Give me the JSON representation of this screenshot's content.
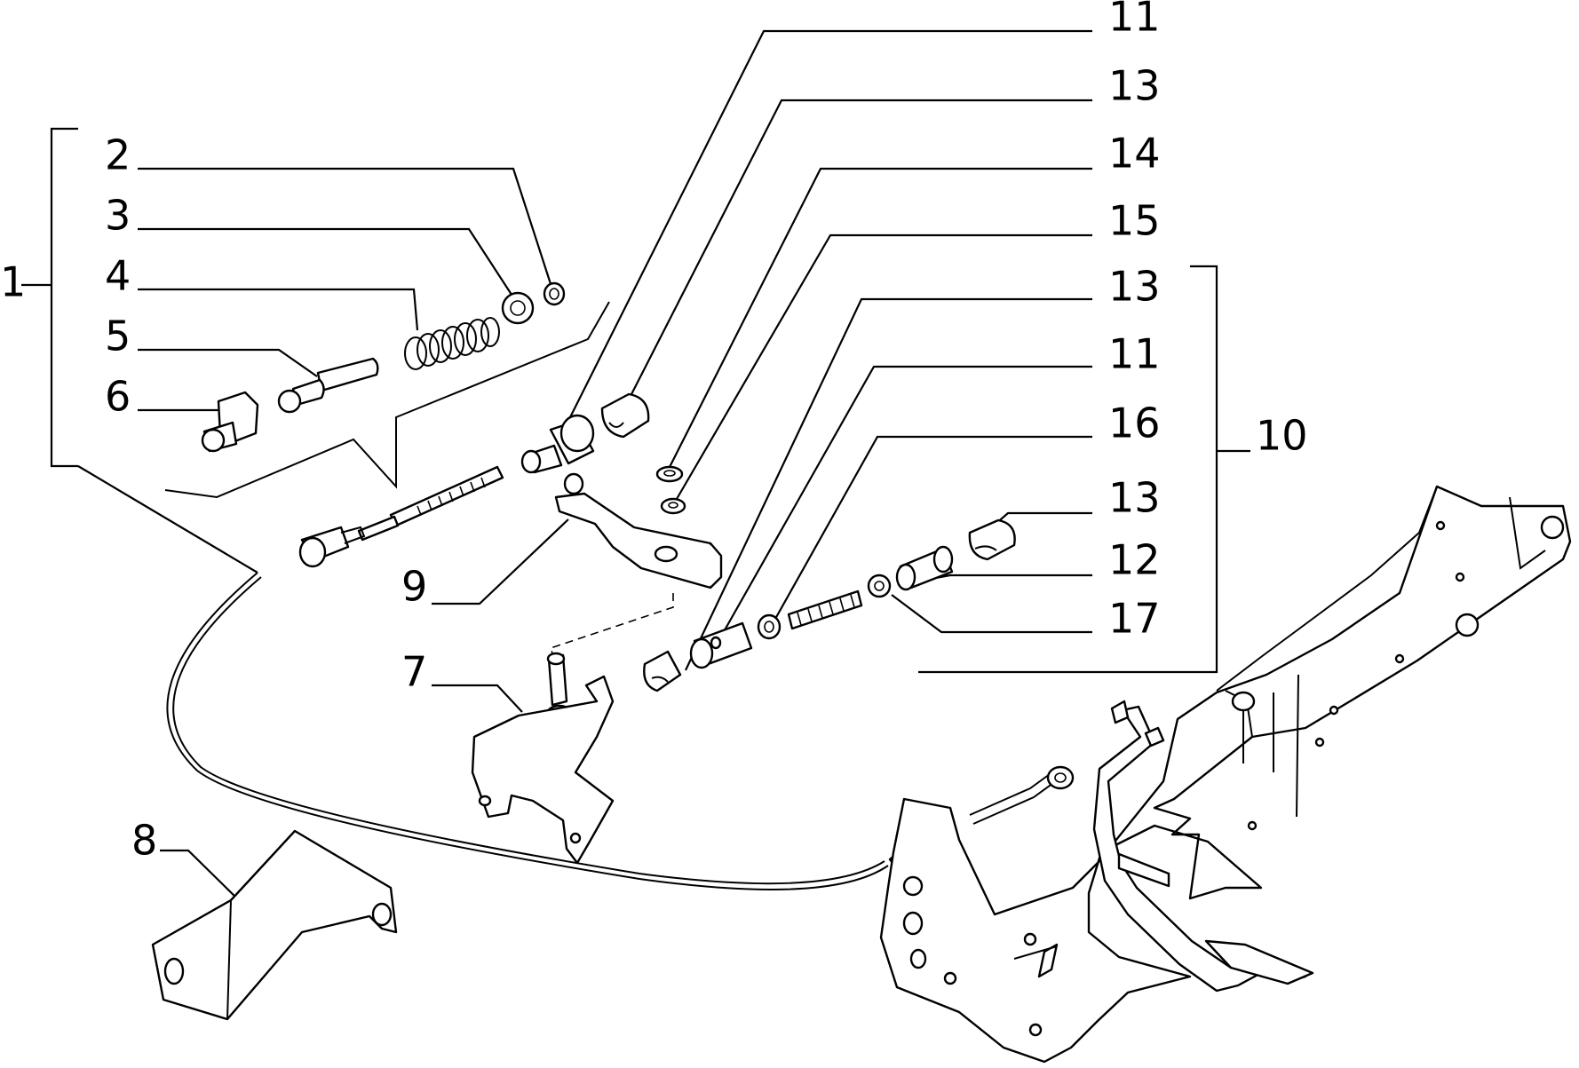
{
  "callouts": [
    {
      "id": "1",
      "text": "1"
    },
    {
      "id": "2",
      "text": "2"
    },
    {
      "id": "3",
      "text": "3"
    },
    {
      "id": "4",
      "text": "4"
    },
    {
      "id": "5",
      "text": "5"
    },
    {
      "id": "6",
      "text": "6"
    },
    {
      "id": "7",
      "text": "7"
    },
    {
      "id": "8",
      "text": "8"
    },
    {
      "id": "9",
      "text": "9"
    },
    {
      "id": "10",
      "text": "10"
    },
    {
      "id": "11a",
      "text": "11"
    },
    {
      "id": "13a",
      "text": "13"
    },
    {
      "id": "14",
      "text": "14"
    },
    {
      "id": "15",
      "text": "15"
    },
    {
      "id": "13b",
      "text": "13"
    },
    {
      "id": "11b",
      "text": "11"
    },
    {
      "id": "16",
      "text": "16"
    },
    {
      "id": "13c",
      "text": "13"
    },
    {
      "id": "12",
      "text": "12"
    },
    {
      "id": "17",
      "text": "17"
    }
  ]
}
